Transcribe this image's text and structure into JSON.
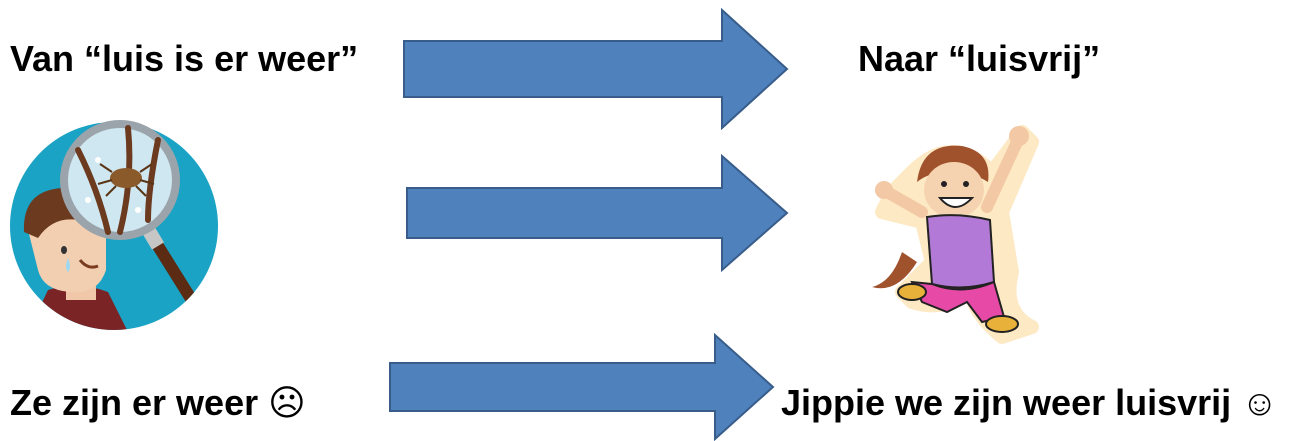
{
  "labels": {
    "from": "Van “luis is er weer”",
    "to": "Naar “luisvrij”",
    "sad": "Ze zijn er weer",
    "sad_emoji": "☹",
    "happy": "Jippie we zijn weer luisvrij",
    "happy_emoji": "☺"
  },
  "icons": {
    "left_picture": "magnifying-glass-lice-head-icon",
    "right_picture": "jumping-happy-girl-icon",
    "arrows": "right-arrow-icon"
  },
  "colors": {
    "arrow_fill": "#4f81bd",
    "arrow_stroke": "#385d8a",
    "circle_bg": "#1aa3c4"
  }
}
